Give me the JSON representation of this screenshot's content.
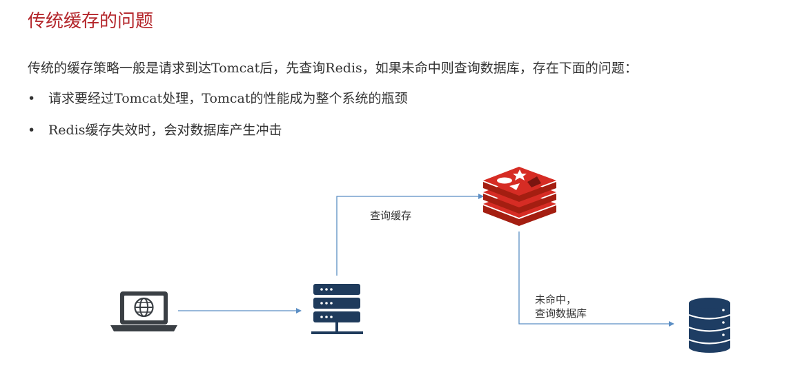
{
  "slide": {
    "title": "传统缓存的问题",
    "intro": "传统的缓存策略一般是请求到达Tomcat后，先查询Redis，如果未命中则查询数据库，存在下面的问题：",
    "bullets": [
      {
        "marker": "•",
        "text": "请求要经过Tomcat处理，Tomcat的性能成为整个系统的瓶颈"
      },
      {
        "marker": "•",
        "text": "Redis缓存失效时，会对数据库产生冲击"
      }
    ]
  },
  "diagram": {
    "nodes": {
      "client": {
        "icon": "laptop-globe-icon"
      },
      "server": {
        "icon": "server-icon"
      },
      "redis": {
        "icon": "redis-icon"
      },
      "database": {
        "icon": "database-icon"
      }
    },
    "edges": {
      "server_to_redis_label": "查询缓存",
      "redis_to_db_label_line1": "未命中，",
      "redis_to_db_label_line2": "查询数据库"
    },
    "colors": {
      "title": "#b4262b",
      "arrow": "#5b8ec4",
      "icon_dark": "#3a3f44",
      "server_navy": "#1f3b5c",
      "redis_red": "#d62c24",
      "db_navy": "#1e3d63"
    }
  }
}
